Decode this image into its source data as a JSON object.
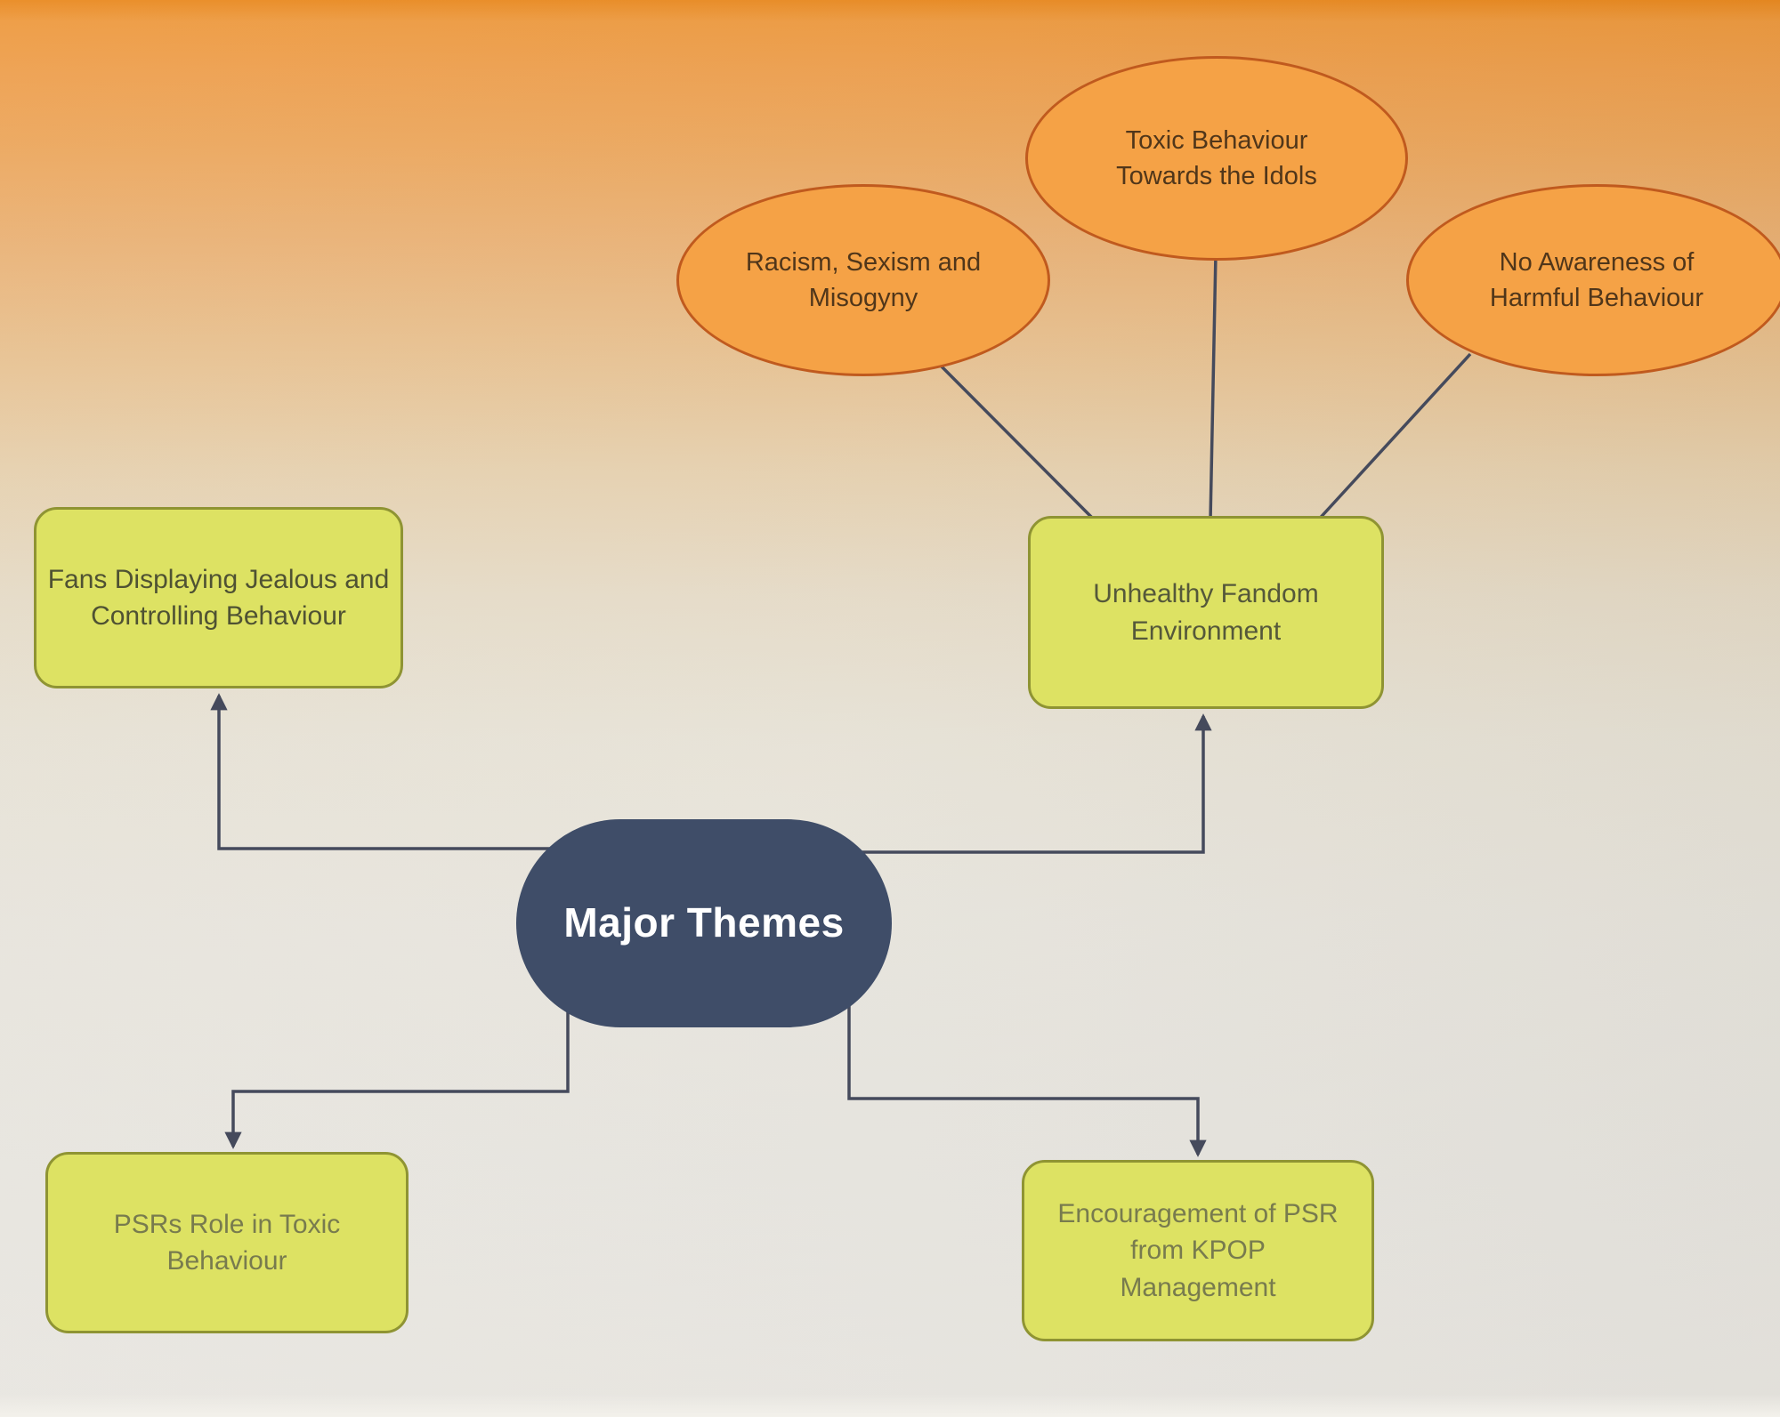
{
  "colors": {
    "ellipse-fill": "#f5a246",
    "ellipse-border": "#c05a1e",
    "box-fill": "#dde263",
    "box-border": "#8f9433",
    "center-fill": "#3f4d68",
    "center-text": "#ffffff",
    "connector": "#454a5c",
    "bg-top": "#ee8a1c",
    "bg-bottom": "#edebe6"
  },
  "nodes": {
    "center": {
      "label": "Major Themes"
    },
    "causes": [
      {
        "label": "Racism, Sexism and Misogyny"
      },
      {
        "label": "Toxic Behaviour Towards the Idols"
      },
      {
        "label": "No Awareness of Harmful Behaviour"
      }
    ],
    "themes": [
      {
        "label": "Fans Displaying Jealous and Controlling Behaviour"
      },
      {
        "label": "Unhealthy Fandom Environment"
      },
      {
        "label": "PSRs Role in Toxic Behaviour"
      },
      {
        "label": "Encouragement of PSR from KPOP Management"
      }
    ]
  },
  "edges": [
    {
      "from": "Major Themes",
      "to": "Fans Displaying Jealous and Controlling Behaviour"
    },
    {
      "from": "Major Themes",
      "to": "Unhealthy Fandom Environment"
    },
    {
      "from": "Major Themes",
      "to": "PSRs Role in Toxic Behaviour"
    },
    {
      "from": "Major Themes",
      "to": "Encouragement of PSR from KPOP Management"
    },
    {
      "from": "Racism, Sexism and Misogyny",
      "to": "Unhealthy Fandom Environment"
    },
    {
      "from": "Toxic Behaviour Towards the Idols",
      "to": "Unhealthy Fandom Environment"
    },
    {
      "from": "No Awareness of Harmful Behaviour",
      "to": "Unhealthy Fandom Environment"
    }
  ]
}
